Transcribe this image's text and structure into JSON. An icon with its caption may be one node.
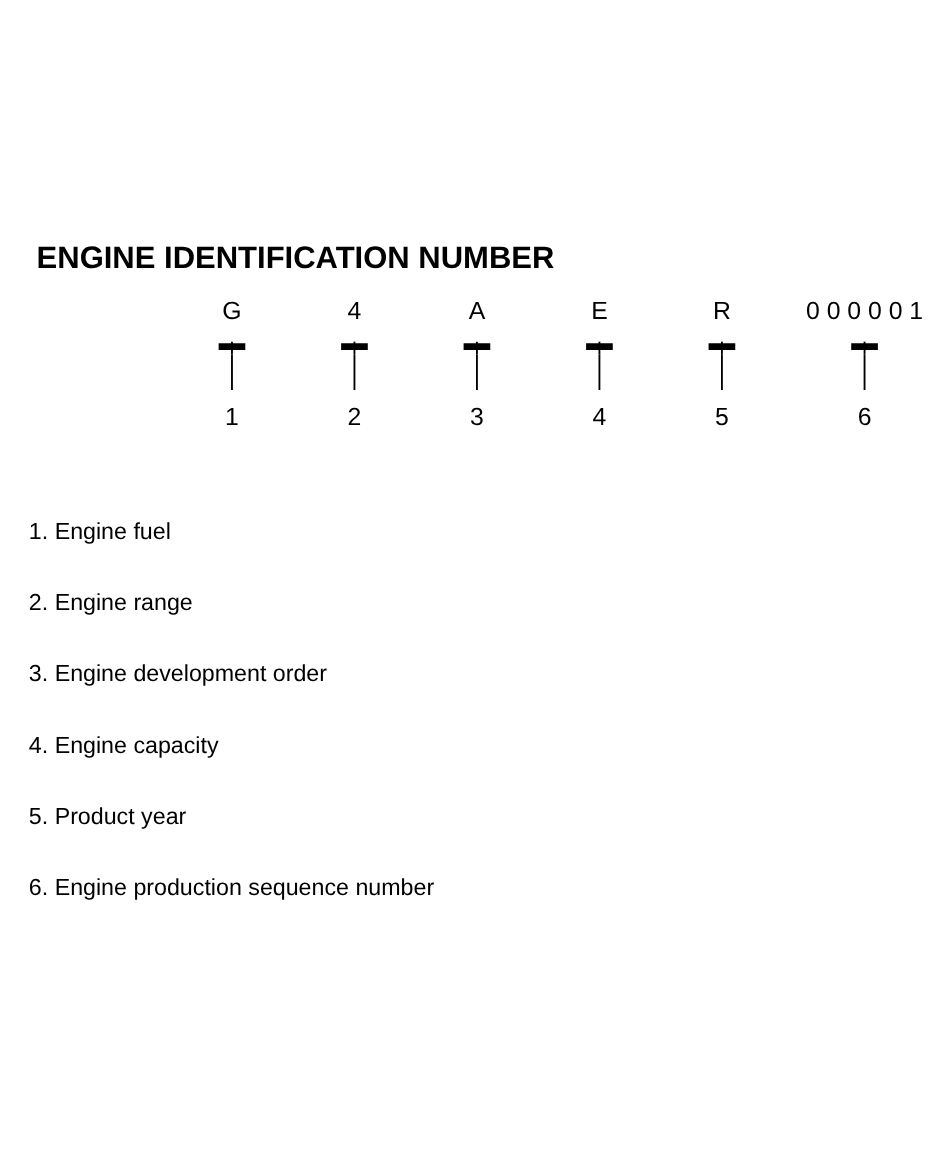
{
  "diagram": {
    "title": "ENGINE IDENTIFICATION NUMBER",
    "nodes": [
      {
        "text": [
          "G"
        ]
      },
      {
        "text": [
          "4"
        ]
      },
      {
        "text": [
          "A"
        ]
      },
      {
        "text": [
          "E"
        ]
      },
      {
        "text": [
          "R"
        ]
      },
      {
        "text": [
          "0 0 0 0 0 1"
        ]
      },
      {
        "text": [
          "1"
        ]
      },
      {
        "text": [
          "2"
        ]
      },
      {
        "text": [
          "3"
        ]
      },
      {
        "text": [
          "4"
        ]
      },
      {
        "text": [
          "5"
        ]
      },
      {
        "text": [
          "6"
        ]
      }
    ],
    "edges": [
      {
        "from": 0,
        "to": 6,
        "arrow": "other"
      },
      {
        "from": 1,
        "to": 7,
        "arrow": "other"
      },
      {
        "from": 2,
        "to": 8,
        "arrow": "other"
      },
      {
        "from": 3,
        "to": 9,
        "arrow": "other"
      },
      {
        "from": 4,
        "to": 10,
        "arrow": "other"
      },
      {
        "from": 5,
        "to": 11,
        "arrow": "other"
      }
    ],
    "labels": [
      "1. Engine fuel",
      "2. Engine range",
      "3. Engine development order",
      "4. Engine capacity",
      "5. Product year",
      "6. Engine production sequence number"
    ]
  }
}
